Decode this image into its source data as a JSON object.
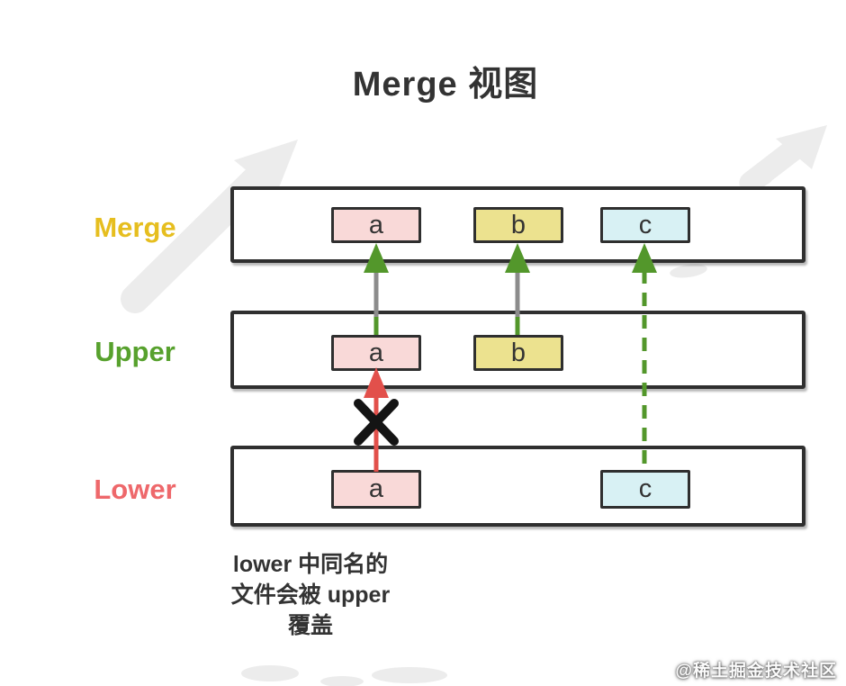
{
  "title": "Merge 视图",
  "layers": {
    "merge": {
      "label": "Merge",
      "files": [
        {
          "label": "a"
        },
        {
          "label": "b"
        },
        {
          "label": "c"
        }
      ]
    },
    "upper": {
      "label": "Upper",
      "files": [
        {
          "label": "a"
        },
        {
          "label": "b"
        }
      ]
    },
    "lower": {
      "label": "Lower",
      "files": [
        {
          "label": "a"
        },
        {
          "label": "c"
        }
      ]
    }
  },
  "caption": {
    "line1": "lower 中同名的",
    "line2": "文件会被 upper",
    "line3": "覆盖"
  },
  "watermark": "@稀土掘金技术社区",
  "colors": {
    "label_merge": "#e6be1f",
    "label_upper": "#57a12d",
    "label_lower": "#ee686b",
    "file_pink": "#f9d9d8",
    "file_yellow": "#ece28f",
    "file_cyan": "#d8f1f4",
    "border_dark": "#2f2f2f",
    "connector_green": "#53972b",
    "connector_gray": "#8c8c8c",
    "connector_red": "#e2504b",
    "block_x": "#141414",
    "hand_arrow": "#ececec",
    "title_text": "#333333"
  },
  "icons": {
    "left_hand_arrow": "hand-drawn-arrow-up-right",
    "right_hand_arrow": "hand-drawn-arrow-up-right",
    "block_mark": "x-cross",
    "merge_arrowheads": "arrow-up-triangle"
  }
}
